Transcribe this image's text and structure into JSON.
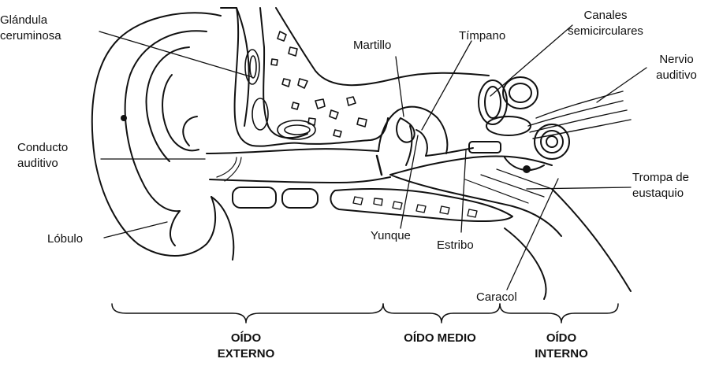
{
  "labels": {
    "glandula_ceruminosa": [
      "Glándula",
      "ceruminosa"
    ],
    "conducto_auditivo": [
      "Conducto",
      "auditivo"
    ],
    "lobulo": "Lóbulo",
    "martillo": "Martillo",
    "timpano": "Tímpano",
    "canales_semicirculares": [
      "Canales",
      "semicirculares"
    ],
    "nervio_auditivo": [
      "Nervio",
      "auditivo"
    ],
    "trompa_de_eustaquio": [
      "Trompa de",
      "eustaquio"
    ],
    "yunque": "Yunque",
    "estribo": "Estribo",
    "caracol": "Caracol"
  },
  "sections": {
    "externo": [
      "OÍDO",
      "EXTERNO"
    ],
    "medio": "OÍDO MEDIO",
    "interno": [
      "OÍDO",
      "INTERNO"
    ]
  }
}
